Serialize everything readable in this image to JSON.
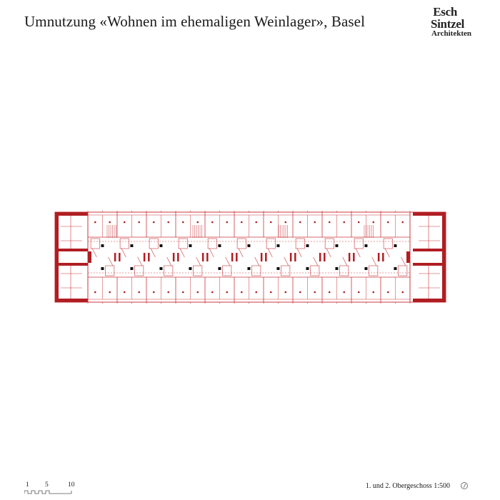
{
  "header": {
    "title": "Umnutzung «Wohnen im ehemaligen Weinlager», Basel"
  },
  "logo": {
    "line1": "Esch",
    "line2": "Sintzel",
    "line3": "Architekten"
  },
  "plan": {
    "accent_color": "#b01e23",
    "bays": 11
  },
  "footer": {
    "scale_ticks": [
      "1",
      "5",
      "10"
    ],
    "caption": "1. und 2. Obergeschoss 1:500",
    "north_icon": "north-arrow-icon"
  }
}
